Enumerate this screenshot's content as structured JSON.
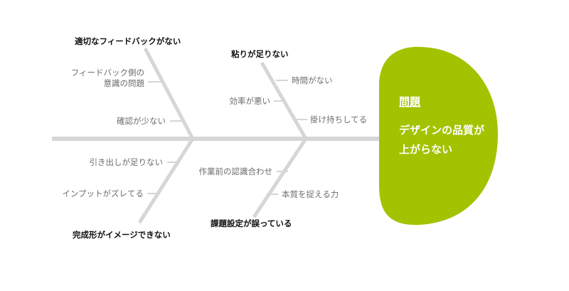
{
  "head": {
    "title": "問題",
    "line1": "デザインの品質が",
    "line2": "上がらない",
    "color": "#a3c200"
  },
  "categories": {
    "top_left": "適切なフィードバックがない",
    "top_right": "粘りが足りない",
    "bottom_left": "完成形がイメージできない",
    "bottom_right": "課題設定が誤っている"
  },
  "causes": {
    "top_left": {
      "c1_line1": "フィードバック側の",
      "c1_line2": "意識の問題",
      "c2": "確認が少ない"
    },
    "top_right": {
      "c1": "時間がない",
      "c2": "効率が悪い",
      "c3": "掛け持ちしてる"
    },
    "bottom_left": {
      "c1": "引き出しが足りない",
      "c2": "インプットがズレてる"
    },
    "bottom_right": {
      "c1": "作業前の認識合わせ",
      "c2": "本質を捉える力"
    }
  },
  "colors": {
    "bone": "#d6d6d6",
    "category_text": "#111111",
    "cause_text": "#6d6d6d"
  }
}
